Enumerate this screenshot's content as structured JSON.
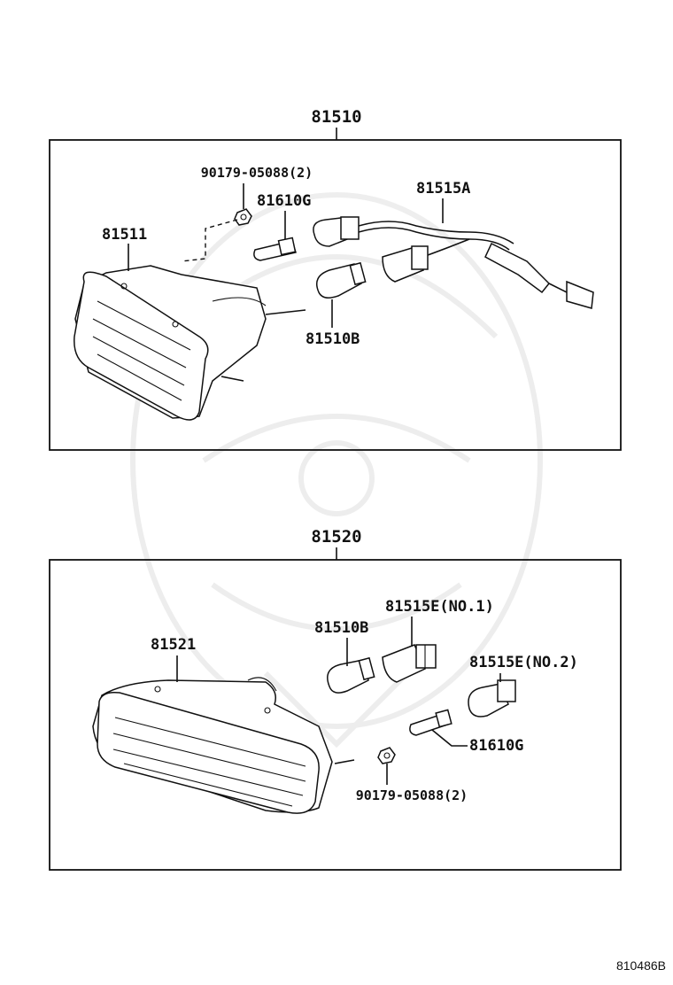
{
  "assemblies": [
    {
      "number": "81510",
      "parts": {
        "housing": "81511",
        "nut": "90179-05088(2)",
        "wedge_bulb": "81610G",
        "socket_wire": "81515A",
        "bulb": "81510B"
      }
    },
    {
      "number": "81520",
      "parts": {
        "housing": "81521",
        "bulb": "81510B",
        "socket_no1": "81515E(NO.1)",
        "socket_no2": "81515E(NO.2)",
        "wedge_bulb": "81610G",
        "nut": "90179-05088(2)"
      }
    }
  ],
  "illustration_code": "810486B"
}
